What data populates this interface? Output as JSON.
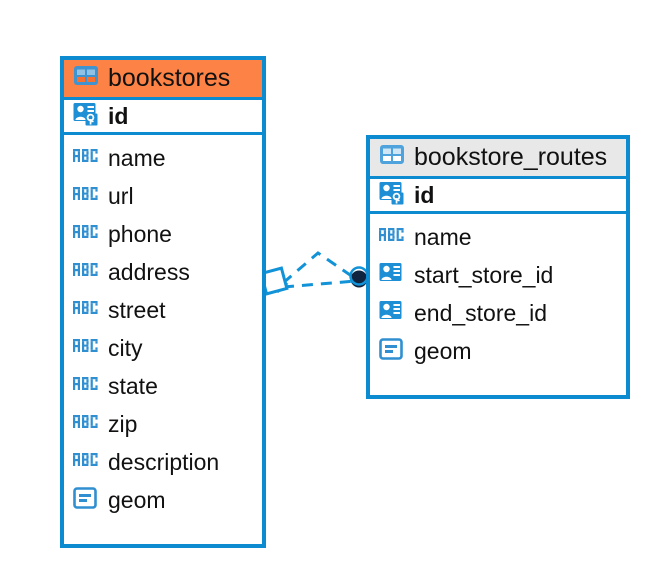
{
  "diagram": {
    "kind": "entity-relationship-diagram",
    "background": "#ffffff",
    "accent_color": "#0d8bd1",
    "selected_header_color": "#fd8246",
    "unselected_header_color": "#e8e8e8",
    "connector_endpoint_color": "#10243f",
    "text_color": "#111111"
  },
  "tables": [
    {
      "name": "bookstores",
      "title": "bookstores",
      "selected": true,
      "header_icon": "table-grid-icon",
      "primary_key": {
        "label": "id",
        "icon": "primary-key-icon",
        "type": "key"
      },
      "fields": [
        {
          "label": "name",
          "icon": "abc-text-icon",
          "type": "text"
        },
        {
          "label": "url",
          "icon": "abc-text-icon",
          "type": "text"
        },
        {
          "label": "phone",
          "icon": "abc-text-icon",
          "type": "text"
        },
        {
          "label": "address",
          "icon": "abc-text-icon",
          "type": "text"
        },
        {
          "label": "street",
          "icon": "abc-text-icon",
          "type": "text"
        },
        {
          "label": "city",
          "icon": "abc-text-icon",
          "type": "text"
        },
        {
          "label": "state",
          "icon": "abc-text-icon",
          "type": "text"
        },
        {
          "label": "zip",
          "icon": "abc-text-icon",
          "type": "text"
        },
        {
          "label": "description",
          "icon": "abc-text-icon",
          "type": "text"
        },
        {
          "label": "geom",
          "icon": "geometry-icon",
          "type": "geometry"
        }
      ]
    },
    {
      "name": "bookstore_routes",
      "title": "bookstore_routes",
      "selected": false,
      "header_icon": "table-grid-icon",
      "primary_key": {
        "label": "id",
        "icon": "primary-key-icon",
        "type": "key"
      },
      "fields": [
        {
          "label": "name",
          "icon": "abc-text-icon",
          "type": "text"
        },
        {
          "label": "start_store_id",
          "icon": "foreign-key-icon",
          "type": "reference"
        },
        {
          "label": "end_store_id",
          "icon": "foreign-key-icon",
          "type": "reference"
        },
        {
          "label": "geom",
          "icon": "geometry-icon",
          "type": "geometry"
        }
      ]
    }
  ],
  "relationships": [
    {
      "from_table": "bookstores",
      "to_table": "bookstore_routes",
      "source_marker": "diamond",
      "target_marker": "filled-circle",
      "line_style": "dashed",
      "count": 2
    }
  ]
}
